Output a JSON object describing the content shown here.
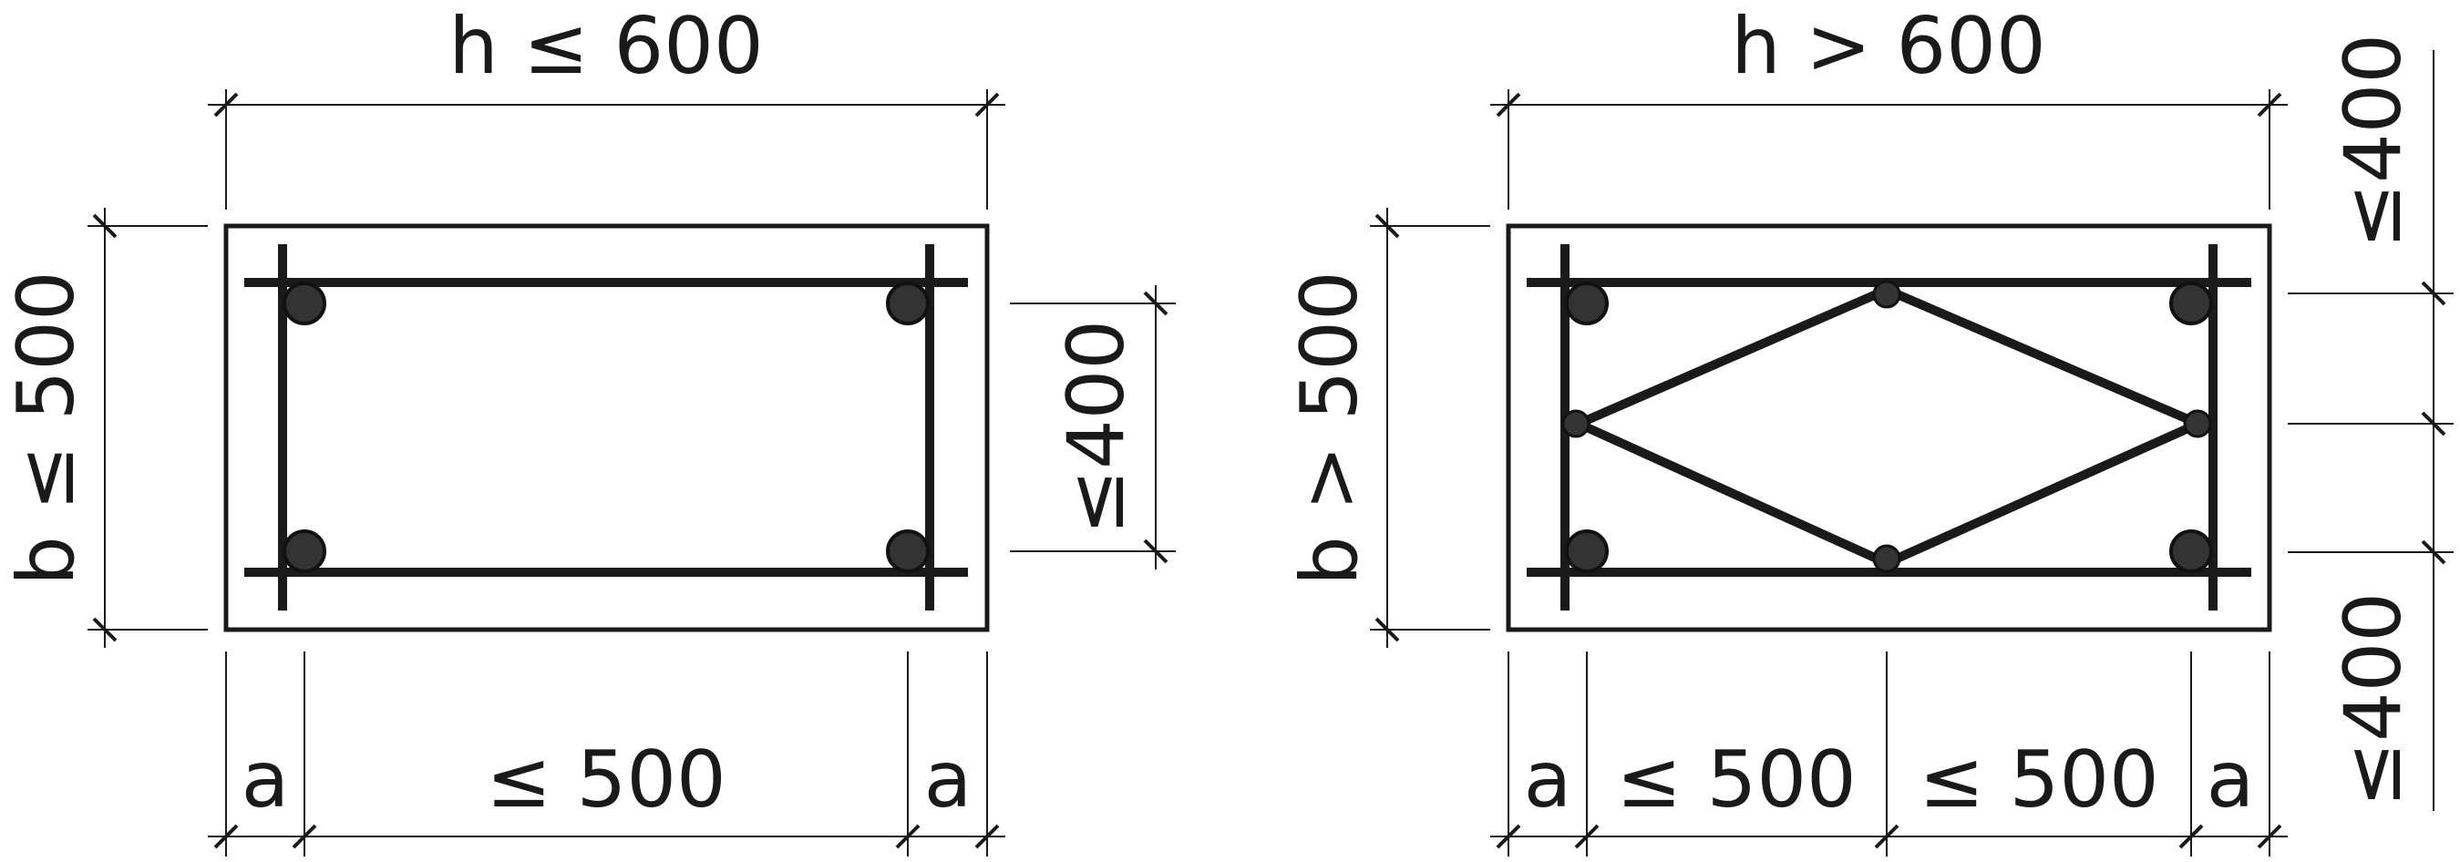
{
  "left_section": {
    "dim_width": "h ≤ 600",
    "dim_height": "b ≤ 500",
    "dim_spacing": "≤400",
    "dim_edge_left": "a",
    "dim_middle": "≤ 500",
    "dim_edge_right": "a"
  },
  "right_section": {
    "dim_width": "h > 600",
    "dim_height": "b > 500",
    "dim_spacing_top": "≤400",
    "dim_spacing_bottom": "≤400",
    "dim_edge_left": "a",
    "dim_middle_1": "≤ 500",
    "dim_middle_2": "≤ 500",
    "dim_edge_right": "a"
  }
}
